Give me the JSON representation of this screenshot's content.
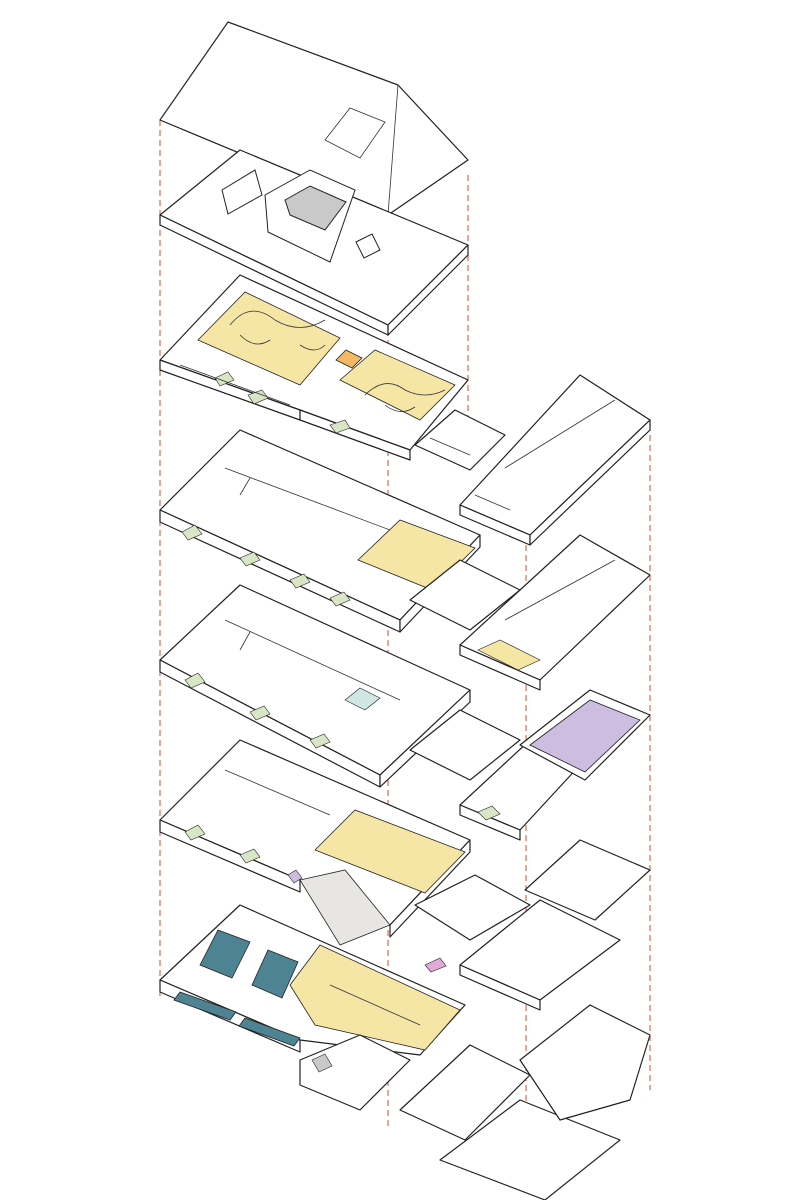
{
  "diagram": {
    "type": "exploded-isometric-floor-plans",
    "colors": {
      "line": "#222222",
      "guide": "#d94a2b",
      "yellow": "#f6e6a6",
      "green": "#d9e6c6",
      "grey": "#c9c9c9",
      "orange": "#f2b865",
      "purple": "#cdbde0",
      "teal": "#4e8393",
      "cyan": "#cfe6e3",
      "pink": "#e2a8d8"
    },
    "levels": [
      {
        "id": "roof"
      },
      {
        "id": "attic"
      },
      {
        "id": "floor-4"
      },
      {
        "id": "floor-3"
      },
      {
        "id": "floor-2"
      },
      {
        "id": "floor-1"
      },
      {
        "id": "ground-floor"
      }
    ]
  }
}
